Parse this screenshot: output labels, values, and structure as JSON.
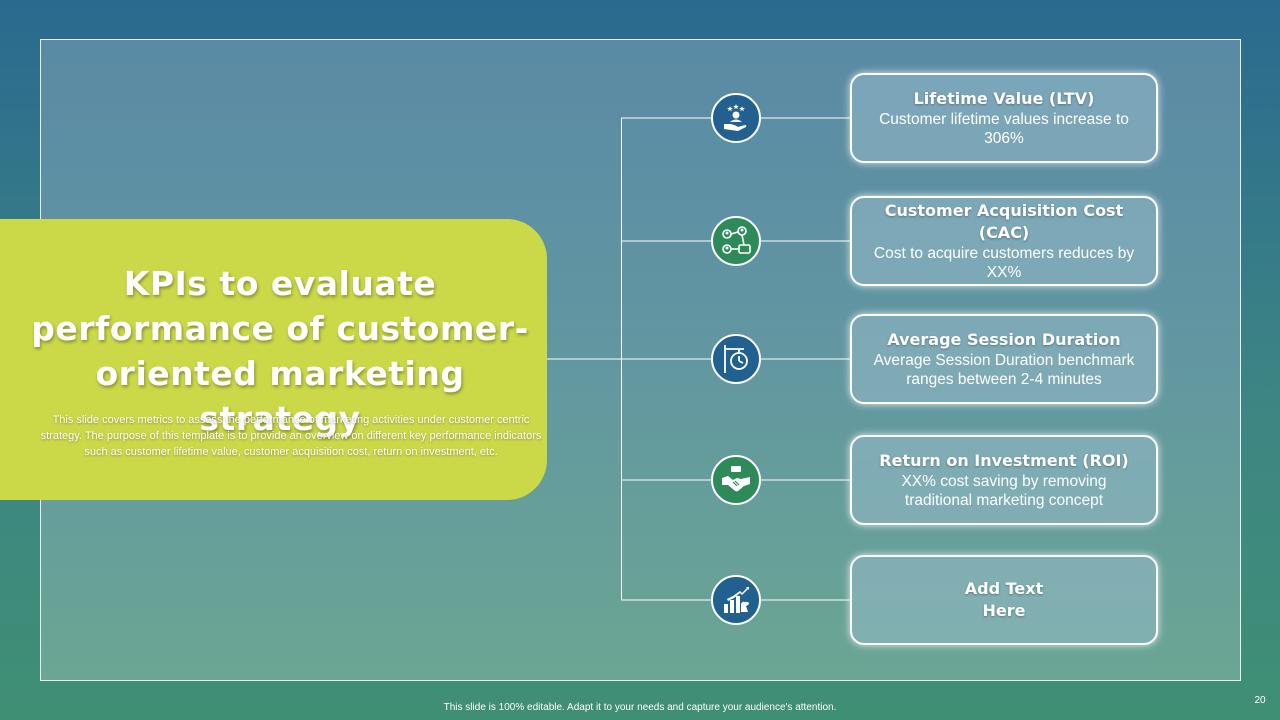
{
  "slide": {
    "title": "KPIs to evaluate performance of customer-oriented marketing strategy",
    "description": "This slide covers metrics to assess the performance of marketing activities under customer centric strategy. The purpose of this template is to provide an overview on different key performance indicators such as customer lifetime value, customer acquisition cost, return on investment, etc.",
    "footer": "This slide is 100% editable.  Adapt it to your needs and capture your audience's attention.",
    "page_number": "20"
  },
  "kpis": [
    {
      "title": "Lifetime Value (LTV)",
      "text": "Customer lifetime values increase to 306%",
      "icon": "customer-value-icon"
    },
    {
      "title": "Customer Acquisition Cost (CAC)",
      "text": "Cost to acquire customers reduces by XX%",
      "icon": "customer-network-icon"
    },
    {
      "title": "Average Session Duration",
      "text": "Average Session Duration benchmark ranges between 2-4 minutes",
      "icon": "clock-sign-icon"
    },
    {
      "title": "Return on Investment (ROI)",
      "text": "XX% cost saving by removing traditional marketing concept",
      "icon": "handshake-money-icon"
    },
    {
      "placeholder": "Add Text Here",
      "icon": "growth-chart-icon"
    }
  ],
  "colors": {
    "accent_green": "#cbd949",
    "icon_blue": "#22608f",
    "icon_green": "#2f8a5a"
  }
}
